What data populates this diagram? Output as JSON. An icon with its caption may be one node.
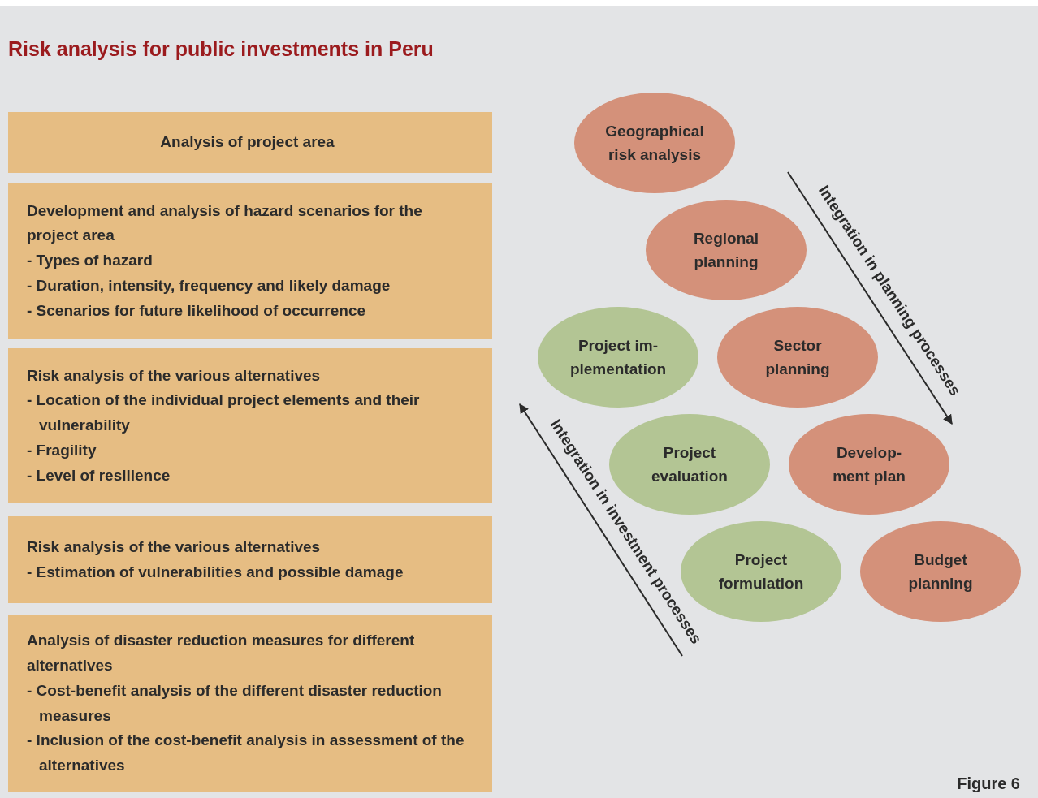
{
  "diagram": {
    "title": "Risk analysis for public investments in Peru",
    "nodes": [
      {
        "text": [
          "Analysis of project area"
        ]
      },
      {
        "text": [
          "Development and analysis of hazard scenarios for the project area",
          "- Types of hazard",
          "- Duration, intensity, frequency and likely damage",
          "- Scenarios for future likelihood of occurrence"
        ]
      },
      {
        "text": [
          "Risk analysis of the various alternatives",
          "- Location of the individual project elements and their vulnerability",
          "- Fragility",
          "- Level of resilience"
        ]
      },
      {
        "text": [
          "Risk analysis of the various alternatives",
          "- Estimation of vulnerabilities and possible damage"
        ]
      },
      {
        "text": [
          "Analysis of disaster reduction measures for different alternatives",
          "- Cost-benefit analysis of the different disaster reduction measures",
          "- Inclusion of the cost-benefit analysis in assessment of the alternatives"
        ]
      },
      {
        "text": [
          "Geographical risk analysis"
        ]
      },
      {
        "text": [
          "Regional planning"
        ]
      },
      {
        "text": [
          "Project im- plementation"
        ]
      },
      {
        "text": [
          "Sector planning"
        ]
      },
      {
        "text": [
          "Project evaluation"
        ]
      },
      {
        "text": [
          "Develop- ment plan"
        ]
      },
      {
        "text": [
          "Project formulation"
        ]
      },
      {
        "text": [
          "Budget planning"
        ]
      }
    ],
    "labels": [
      "Integration in planning processes",
      "Integration in investment processes",
      "Figure 6"
    ]
  }
}
